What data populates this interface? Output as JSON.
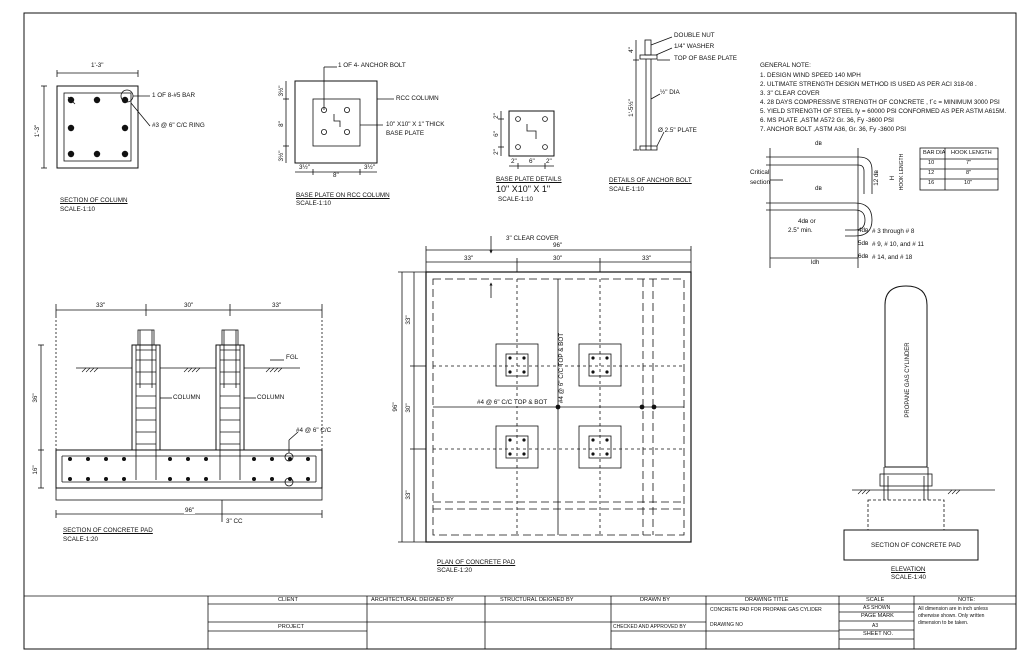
{
  "section_column": {
    "dim_width": "1'-3\"",
    "dim_height": "1'-3\"",
    "label_bars": "1 OF 8-#5 BAR",
    "label_ring": "#3 @ 6\" C/C RING",
    "title": "SECTION OF COLUMN",
    "scale": "SCALE-1:10"
  },
  "base_plate_rcc": {
    "anchor_label": "1 OF 4- ANCHOR BOLT",
    "rcc_label": "RCC COLUMN",
    "plate_label_1": "10\" X10\" X 1\" THICK",
    "plate_label_2": "BASE PLATE",
    "dim_top": "3½\"",
    "dim_mid": "8\"",
    "dim_bot": "3½\"",
    "dim_b_left": "3½\"",
    "dim_b_mid": "8\"",
    "dim_b_right": "3½\"",
    "title": "BASE PLATE ON RCC COLUMN",
    "scale": "SCALE-1:10"
  },
  "base_plate_details": {
    "dim_v1": "2\"",
    "dim_v2": "6\"",
    "dim_v3": "2\"",
    "dim_h1": "2\"",
    "dim_h2": "6\"",
    "dim_h3": "2\"",
    "title": "BASE PLATE DETAILS",
    "size": "10\" X10\" X 1\"",
    "scale": "SCALE-1:10"
  },
  "anchor_bolt": {
    "double_nut": "DOUBLE NUT",
    "washer": "1/4\" WASHER",
    "top_plate": "TOP OF BASE PLATE",
    "dim_top": "4\"",
    "dim_len": "1'-5½\"",
    "dia": "½\" DIA",
    "plate": "Ø 2.5\" PLATE",
    "title": "DETAILS OF ANCHOR BOLT",
    "scale": "SCALE-1:10"
  },
  "general_note": {
    "heading": "GENERAL NOTE:",
    "items": [
      "1.  DESIGN WIND SPEED 140 MPH",
      "2.  ULTIMATE STRENGTH DESIGN METHOD IS USED AS PER  ACI 318-08 .",
      "3.  3\" CLEAR COVER",
      "4.  28 DAYS COMPRESSIVE STRENGTH OF CONCRETE  , f`c = MINIMUM 3000 PSI",
      "5.  YIELD STRENGTH OF STEEL fy = 60000 PSI CONFORMED AS PER  ASTM A615M.",
      "6.  MS PLATE ,ASTM A572 Gr. 36, Fy -3600 PSI",
      "7.  ANCHOR BOLT ,ASTM A36, Gr. 36, Fy -3600 PSI"
    ]
  },
  "hook_detail": {
    "db_top": "dʙ",
    "db_mid": "dʙ",
    "critical": "Critical",
    "section": "section",
    "twelve_db": "12 dʙ",
    "hook_length": "HOOK LENGTH",
    "four_db": "4dʙ or",
    "min": "2.5\" min.",
    "ldh": "ldh",
    "b1": "4dʙ",
    "b2": "5dʙ",
    "b3": "6dʙ",
    "r1": "# 3 through # 8",
    "r2": "# 9, # 10, and # 11",
    "r3": "# 14, and # 18",
    "h": "H",
    "table_headers": [
      "BAR DIA",
      "HOOK LENGTH"
    ],
    "table_rows": [
      [
        "10",
        "7\""
      ],
      [
        "12",
        "8\""
      ],
      [
        "16",
        "10\""
      ]
    ]
  },
  "plan": {
    "clear_cover": "3\" CLEAR COVER",
    "dim_total": "96\"",
    "dim_a": "33\"",
    "dim_b": "30\"",
    "dim_c": "33\"",
    "dim_v_total": "96\"",
    "dim_v_a": "33\"",
    "dim_v_b": "30\"",
    "dim_v_c": "33\"",
    "rebar_h": "#4 @ 6\" C/C TOP & BOT",
    "rebar_v": "#4 @ 6\" C/C TOP & BOT",
    "title": "PLAN OF CONCRETE PAD",
    "scale": "SCALE-1:20"
  },
  "section_pad": {
    "dim_a": "33\"",
    "dim_b": "30\"",
    "dim_c": "33\"",
    "fgl": "FGL",
    "column_1": "COLUMN",
    "column_2": "COLUMN",
    "rebar": "#4 @ 6\" C/C",
    "dim_36": "36\"",
    "dim_16": "16\"",
    "dim_96": "96\"",
    "cc": "3\" CC",
    "title": "SECTION OF CONCRETE PAD",
    "scale": "SCALE-1:20"
  },
  "elevation": {
    "cylinder": "PROPANE GAS CYLINDER",
    "pad": "SECTION OF CONCRETE PAD",
    "title": "ELEVATION",
    "scale": "SCALE-1:40"
  },
  "title_block": {
    "client": "CLIENT",
    "project": "PROJECT",
    "architectural": "ARCHITECTURAL DEIGNED BY",
    "structural": "STRUCTURAL DEIGNED BY",
    "drawn_by": "DRAWN BY",
    "checked": "CHECKED AND APPROVED BY",
    "drawing_title": "DRAWING TITLE",
    "drawing_title_value": "CONCRETE PAD FOR PROPANE GAS CYLIDER",
    "drawing_no": "DRAWING NO",
    "scale": "SCALE",
    "as_shown": "AS SHOWN",
    "page_mark": "PAGE MARK",
    "a3": "A3",
    "sheet_no": "SHEET NO.",
    "note": "NOTE:",
    "note_text_1": "All dimension are in inch unless",
    "note_text_2": "otherwise shown.  Only written",
    "note_text_3": "dimension to be taken."
  }
}
